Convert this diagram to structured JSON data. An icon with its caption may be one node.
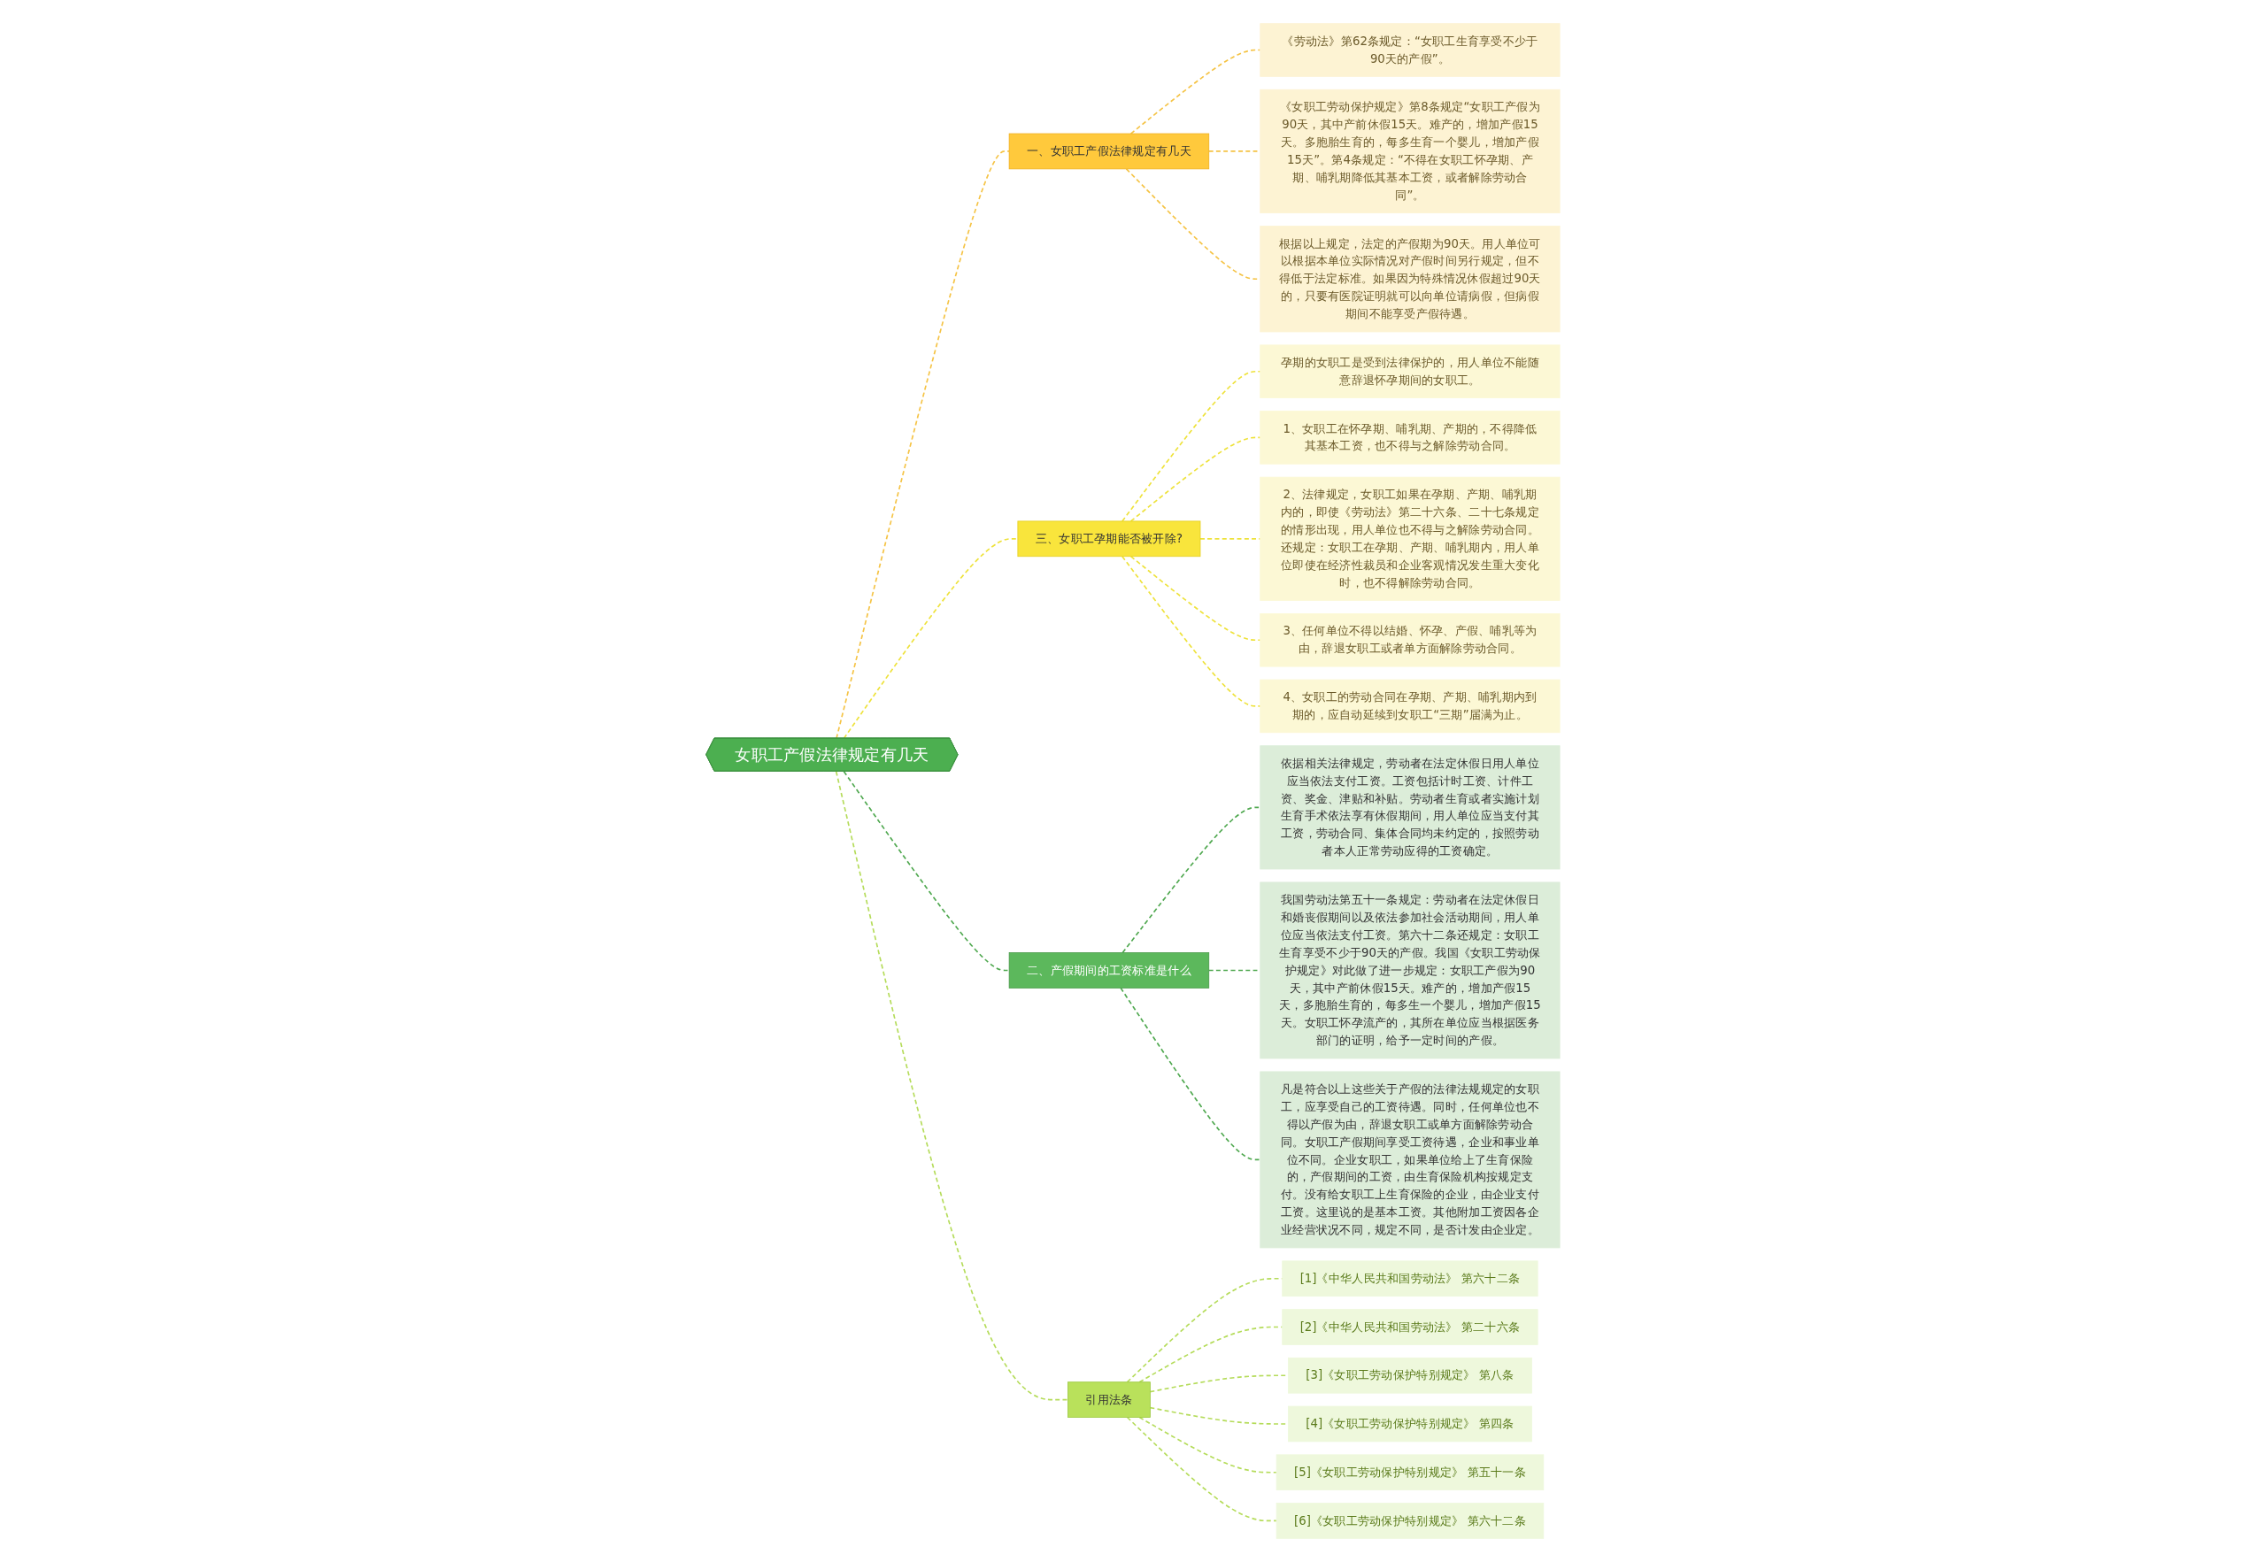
{
  "diagram": {
    "nodes": [
      {
        "text": [
          "女职工产假法律规定有几天"
        ]
      },
      {
        "text": [
          "一、女职工产假法律规定有几天"
        ]
      },
      {
        "text": [
          "《劳动法》第62条规定：“女职工生育享受不少于90天的产假”。"
        ]
      },
      {
        "text": [
          "《女职工劳动保护规定》第8条规定“女职工产假为90天，其中产前休假15天。难产的，增加产假15天。多胞胎生育的，每多生育一个婴儿，增加产假15天”。第4条规定：“不得在女职工怀孕期、产期、哺乳期降低其基本工资，或者解除劳动合同”。"
        ]
      },
      {
        "text": [
          "根据以上规定，法定的产假期为90天。用人单位可以根据本单位实际情况对产假时间另行规定，但不得低于法定标准。如果因为特殊情况休假超过90天的，只要有医院证明就可以向单位请病假，但病假期间不能享受产假待遇。"
        ]
      },
      {
        "text": [
          "三、女职工孕期能否被开除?"
        ]
      },
      {
        "text": [
          "孕期的女职工是受到法律保护的，用人单位不能随意辞退怀孕期间的女职工。"
        ]
      },
      {
        "text": [
          "1、女职工在怀孕期、哺乳期、产期的，不得降低其基本工资，也不得与之解除劳动合同。"
        ]
      },
      {
        "text": [
          "2、法律规定，女职工如果在孕期、产期、哺乳期内的，即使《劳动法》第二十六条、二十七条规定的情形出现，用人单位也不得与之解除劳动合同。还规定：女职工在孕期、产期、哺乳期内，用人单位即使在经济性裁员和企业客观情况发生重大变化时，也不得解除劳动合同。"
        ]
      },
      {
        "text": [
          "3、任何单位不得以结婚、怀孕、产假、哺乳等为由，辞退女职工或者单方面解除劳动合同。"
        ]
      },
      {
        "text": [
          "4、女职工的劳动合同在孕期、产期、哺乳期内到期的，应自动延续到女职工“三期”届满为止。"
        ]
      },
      {
        "text": [
          "二、产假期间的工资标准是什么"
        ]
      },
      {
        "text": [
          "依据相关法律规定，劳动者在法定休假日用人单位应当依法支付工资。工资包括计时工资、计件工资、奖金、津贴和补贴。劳动者生育或者实施计划生育手术依法享有休假期间，用人单位应当支付其工资，劳动合同、集体合同均未约定的，按照劳动者本人正常劳动应得的工资确定。"
        ]
      },
      {
        "text": [
          "我国劳动法第五十一条规定：劳动者在法定休假日和婚丧假期间以及依法参加社会活动期间，用人单位应当依法支付工资。第六十二条还规定：女职工生育享受不少于90天的产假。我国《女职工劳动保护规定》对此做了进一步规定：女职工产假为90天，其中产前休假15天。难产的，增加产假15天，多胞胎生育的，每多生一个婴儿，增加产假15天。女职工怀孕流产的，其所在单位应当根据医务部门的证明，给予一定时间的产假。"
        ]
      },
      {
        "text": [
          "凡是符合以上这些关于产假的法律法规规定的女职工，应享受自己的工资待遇。同时，任何单位也不得以产假为由，辞退女职工或单方面解除劳动合同。女职工产假期间享受工资待遇，企业和事业单位不同。企业女职工，如果单位给上了生育保险的，产假期间的工资，由生育保险机构按规定支付。没有给女职工上生育保险的企业，由企业支付工资。这里说的是基本工资。其他附加工资因各企业经营状况不同，规定不同，是否计发由企业定。"
        ]
      },
      {
        "text": [
          "引用法条"
        ]
      },
      {
        "text": [
          "[1]《中华人民共和国劳动法》 第六十二条"
        ]
      },
      {
        "text": [
          "[2]《中华人民共和国劳动法》 第二十六条"
        ]
      },
      {
        "text": [
          "[3]《女职工劳动保护特别规定》 第八条"
        ]
      },
      {
        "text": [
          "[4]《女职工劳动保护特别规定》 第四条"
        ]
      },
      {
        "text": [
          "[5]《女职工劳动保护特别规定》 第五十一条"
        ]
      },
      {
        "text": [
          "[6]《女职工劳动保护特别规定》 第六十二条"
        ]
      }
    ],
    "edges": [
      {
        "from": 0,
        "to": 1,
        "arrow": "none",
        "style": "dashed",
        "color": "#f5c344"
      },
      {
        "from": 1,
        "to": 2,
        "arrow": "none",
        "style": "dashed",
        "color": "#f5c344"
      },
      {
        "from": 1,
        "to": 3,
        "arrow": "none",
        "style": "dashed",
        "color": "#f5c344"
      },
      {
        "from": 1,
        "to": 4,
        "arrow": "none",
        "style": "dashed",
        "color": "#f5c344"
      },
      {
        "from": 0,
        "to": 5,
        "arrow": "none",
        "style": "dashed",
        "color": "#eee23a"
      },
      {
        "from": 5,
        "to": 6,
        "arrow": "none",
        "style": "dashed",
        "color": "#eee23a"
      },
      {
        "from": 5,
        "to": 7,
        "arrow": "none",
        "style": "dashed",
        "color": "#eee23a"
      },
      {
        "from": 5,
        "to": 8,
        "arrow": "none",
        "style": "dashed",
        "color": "#eee23a"
      },
      {
        "from": 5,
        "to": 9,
        "arrow": "none",
        "style": "dashed",
        "color": "#eee23a"
      },
      {
        "from": 5,
        "to": 10,
        "arrow": "none",
        "style": "dashed",
        "color": "#eee23a"
      },
      {
        "from": 0,
        "to": 11,
        "arrow": "none",
        "style": "dashed",
        "color": "#4fa84f"
      },
      {
        "from": 11,
        "to": 12,
        "arrow": "none",
        "style": "dashed",
        "color": "#4fa84f"
      },
      {
        "from": 11,
        "to": 13,
        "arrow": "none",
        "style": "dashed",
        "color": "#4fa84f"
      },
      {
        "from": 11,
        "to": 14,
        "arrow": "none",
        "style": "dashed",
        "color": "#4fa84f"
      },
      {
        "from": 0,
        "to": 15,
        "arrow": "none",
        "style": "dashed",
        "color": "#b5dc5a"
      },
      {
        "from": 15,
        "to": 16,
        "arrow": "none",
        "style": "dashed",
        "color": "#b5dc5a"
      },
      {
        "from": 15,
        "to": 17,
        "arrow": "none",
        "style": "dashed",
        "color": "#b5dc5a"
      },
      {
        "from": 15,
        "to": 18,
        "arrow": "none",
        "style": "dashed",
        "color": "#b5dc5a"
      },
      {
        "from": 15,
        "to": 19,
        "arrow": "none",
        "style": "dashed",
        "color": "#b5dc5a"
      },
      {
        "from": 15,
        "to": 20,
        "arrow": "none",
        "style": "dashed",
        "color": "#b5dc5a"
      },
      {
        "from": 15,
        "to": 21,
        "arrow": "none",
        "style": "dashed",
        "color": "#b5dc5a"
      }
    ]
  }
}
